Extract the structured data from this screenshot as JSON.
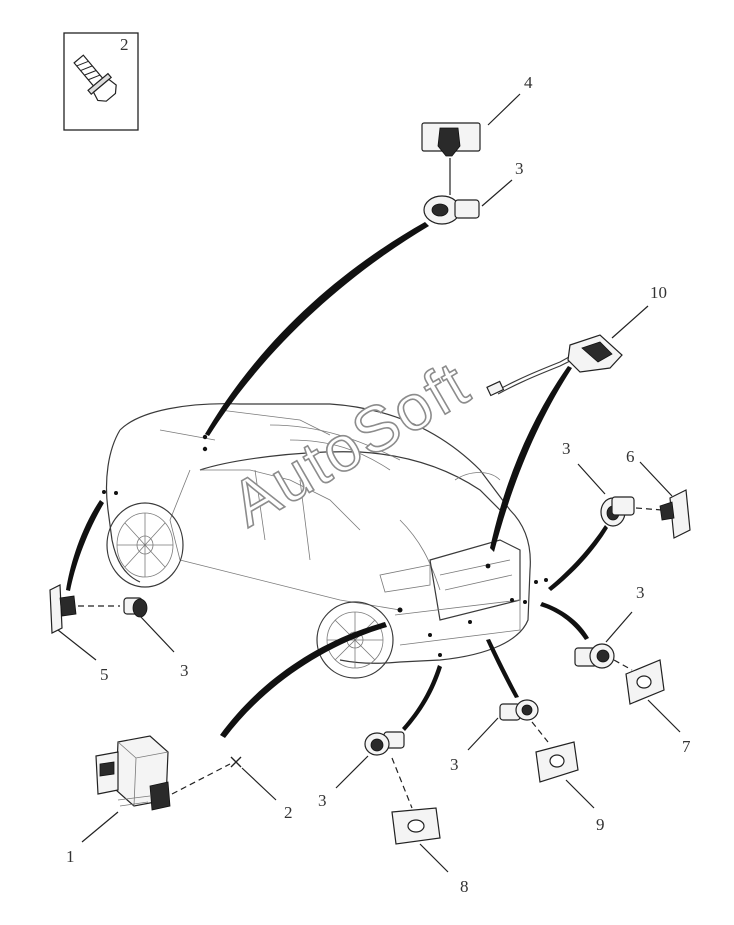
{
  "watermark": "AutoSoft",
  "inset": {
    "callout": "2"
  },
  "callouts": {
    "c1": "1",
    "c2": "2",
    "c3a": "3",
    "c3b": "3",
    "c3c": "3",
    "c3d": "3",
    "c3e": "3",
    "c3f": "3",
    "c4": "4",
    "c5": "5",
    "c6": "6",
    "c7": "7",
    "c8": "8",
    "c9": "9",
    "c10": "10"
  },
  "colors": {
    "ink": "#222222",
    "paper": "#ffffff",
    "watermark_outline": "#8c8c8c"
  }
}
